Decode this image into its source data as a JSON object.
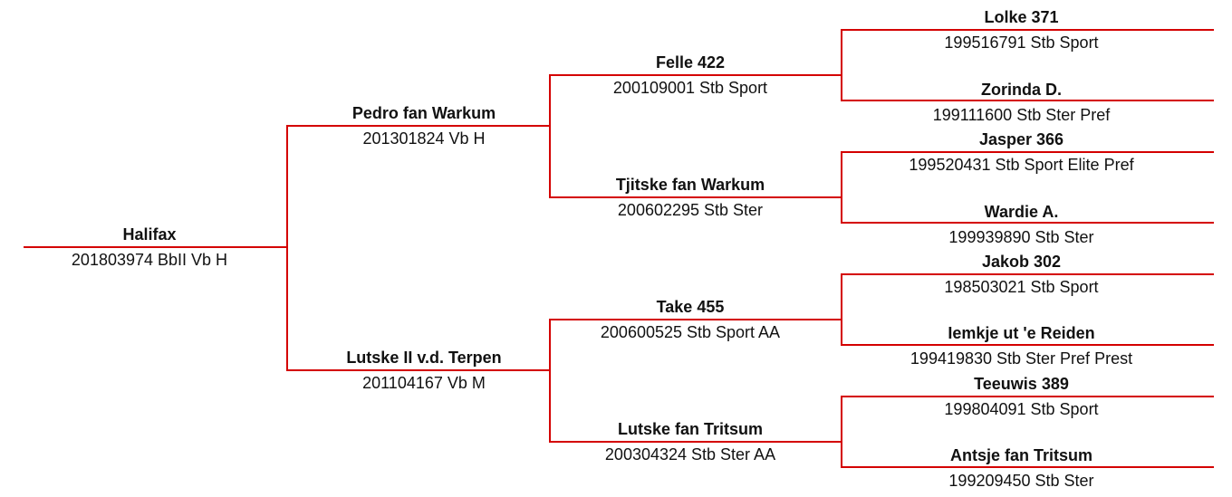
{
  "pedigree": {
    "subject": {
      "name": "Halifax",
      "reg": "201803974 BbII Vb H"
    },
    "sire": {
      "name": "Pedro fan Warkum",
      "reg": "201301824 Vb H"
    },
    "dam": {
      "name": "Lutske II v.d. Terpen",
      "reg": "201104167 Vb M"
    },
    "sire_sire": {
      "name": "Felle 422",
      "reg": "200109001 Stb Sport"
    },
    "sire_dam": {
      "name": "Tjitske fan Warkum",
      "reg": "200602295 Stb Ster"
    },
    "dam_sire": {
      "name": "Take 455",
      "reg": "200600525 Stb Sport AA"
    },
    "dam_dam": {
      "name": "Lutske fan Tritsum",
      "reg": "200304324 Stb Ster AA"
    },
    "ss_sire": {
      "name": "Lolke 371",
      "reg": "199516791 Stb Sport"
    },
    "ss_dam": {
      "name": "Zorinda D.",
      "reg": "199111600 Stb Ster Pref"
    },
    "sd_sire": {
      "name": "Jasper 366",
      "reg": "199520431 Stb Sport Elite Pref"
    },
    "sd_dam": {
      "name": "Wardie A.",
      "reg": "199939890 Stb Ster"
    },
    "ds_sire": {
      "name": "Jakob 302",
      "reg": "198503021 Stb Sport"
    },
    "ds_dam": {
      "name": "Iemkje ut 'e Reiden",
      "reg": "199419830 Stb Ster Pref Prest"
    },
    "dd_sire": {
      "name": "Teeuwis 389",
      "reg": "199804091 Stb Sport"
    },
    "dd_dam": {
      "name": "Antsje fan Tritsum",
      "reg": "199209450 Stb Ster"
    }
  },
  "colors": {
    "line": "#d40000"
  }
}
